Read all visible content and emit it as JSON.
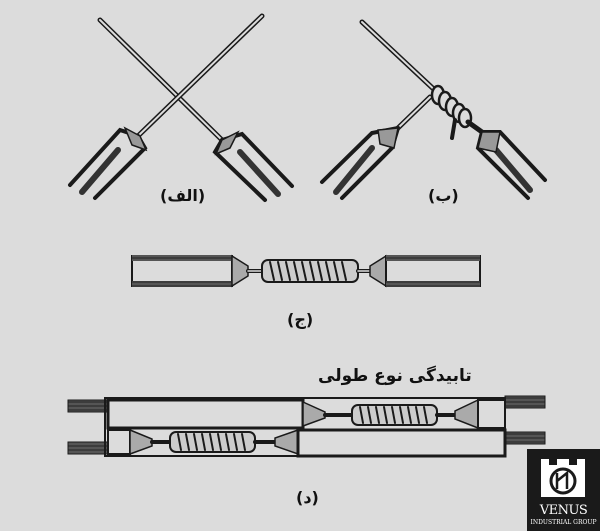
{
  "figure": {
    "title": "تابیدگی نوع طولی",
    "panels": [
      {
        "id": "a",
        "label": "(الف)"
      },
      {
        "id": "b",
        "label": "(ب)"
      },
      {
        "id": "c",
        "label": "(ج)"
      },
      {
        "id": "d",
        "label": "(د)"
      }
    ]
  },
  "logo": {
    "name": "VENUS",
    "subtitle": "INDUSTRIAL GROUP"
  },
  "colors": {
    "background": "#dcdcdc",
    "ink": "#1a1a1a",
    "logo_bg": "#1a1a1a"
  }
}
